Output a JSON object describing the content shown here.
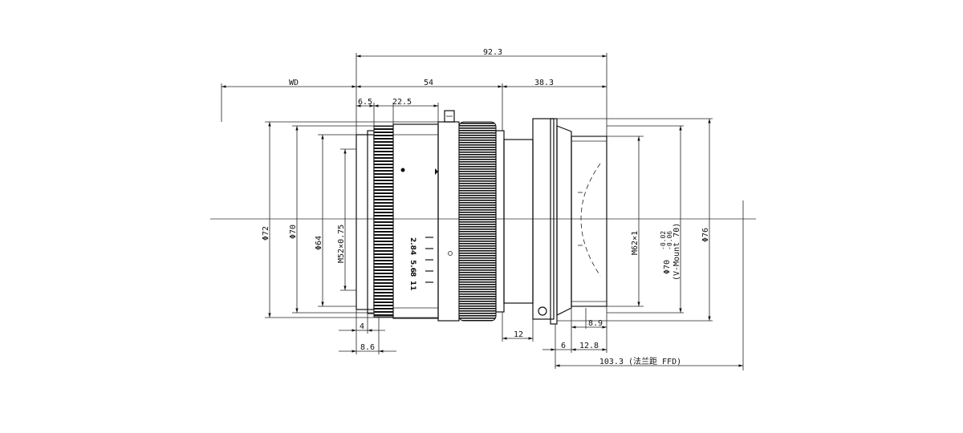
{
  "dimensions": {
    "overall_length": "92.3",
    "working_distance": "WD",
    "lens_front_length": "54",
    "mount_length": "38.3",
    "focus_ring_offset": "6.5",
    "focus_ring_width": "22.5",
    "front_step": "4",
    "front_step_total": "8.6",
    "mount_shoulder": "12",
    "flange_offset": "6",
    "rear_length": "12.8",
    "rear_step": "8.9",
    "flange_focal_distance": "103.3 (法兰距 FFD)"
  },
  "diameters": {
    "front_outer": "Φ72",
    "front_ring": "Φ70",
    "front_inner": "Φ64",
    "filter_thread": "M52×0.75",
    "mount_thread": "M62×1",
    "mount_diameter_main": "Φ70",
    "mount_tol_upper": "-0.02",
    "mount_tol_lower": "-0.06",
    "mount_standard": "(V-Mount 70)",
    "rear_outer": "Φ76"
  },
  "aperture_scale": [
    "2.8",
    "4",
    "5.6",
    "8",
    "11"
  ]
}
